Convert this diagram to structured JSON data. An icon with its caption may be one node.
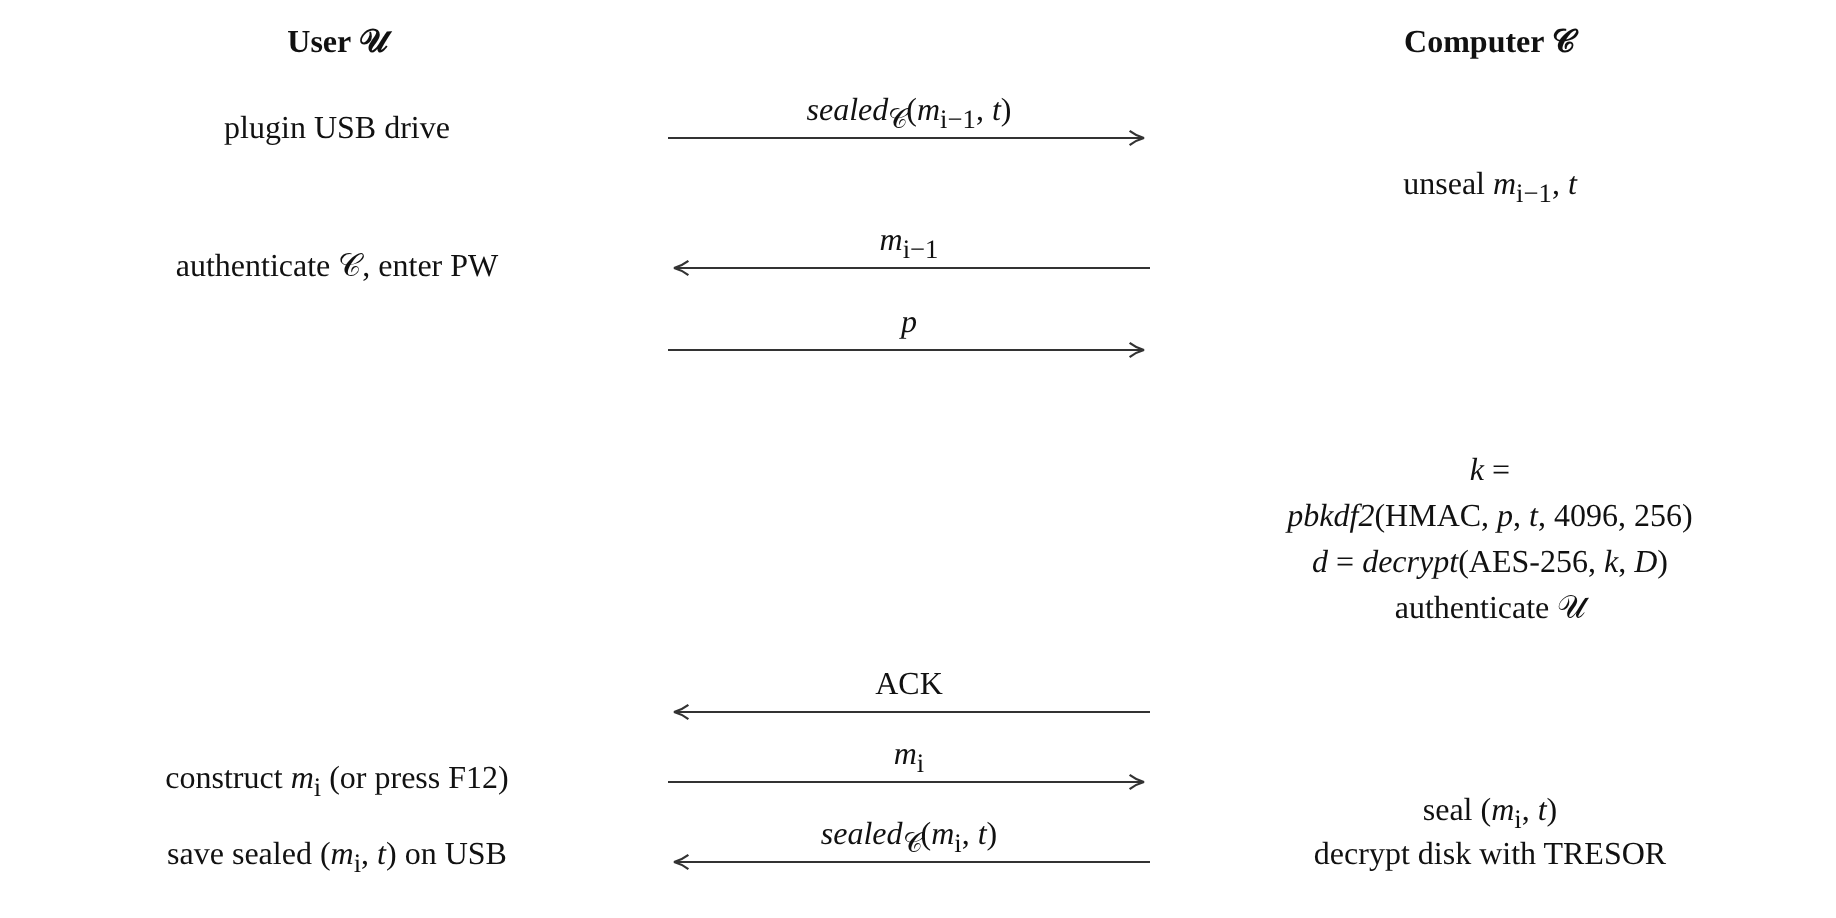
{
  "diagram": {
    "nodes": [
      {
        "text": [
          "User 𝒰",
          "plugin USB drive",
          "authenticate 𝒞, enter PW",
          "construct *m*$_{i}$ (or press F12)",
          "save sealed (*m*$_{i}$, *t*) on USB"
        ]
      },
      {
        "text": [
          "Computer 𝒞",
          "unseal *m*$_{i−1}$, *t*",
          "*k* =",
          "*pbkdf2*(HMAC, *p*, *t*, 4096, 256)",
          "*d* = *decrypt*(AES-256, *k*, *D*)",
          "authenticate 𝒰",
          "seal (*m*$_{i}$, *t*)",
          "decrypt disk with TRESOR"
        ]
      }
    ],
    "edges": [
      {
        "from": 0,
        "to": 1,
        "arrow": "to",
        "label": "*sealed*$_{𝒞}$(*m*$_{i−1}$, *t*)"
      },
      {
        "from": 1,
        "to": 0,
        "arrow": "to",
        "label": "*m*$_{i−1}$"
      },
      {
        "from": 0,
        "to": 1,
        "arrow": "to",
        "label": "*p*"
      },
      {
        "from": 1,
        "to": 0,
        "arrow": "to",
        "label": "ACK"
      },
      {
        "from": 0,
        "to": 1,
        "arrow": "to",
        "label": "*m*$_{i}$"
      },
      {
        "from": 1,
        "to": 0,
        "arrow": "to",
        "label": "*sealed*$_{𝒞}$(*m*$_{i}$, *t*)"
      }
    ]
  }
}
